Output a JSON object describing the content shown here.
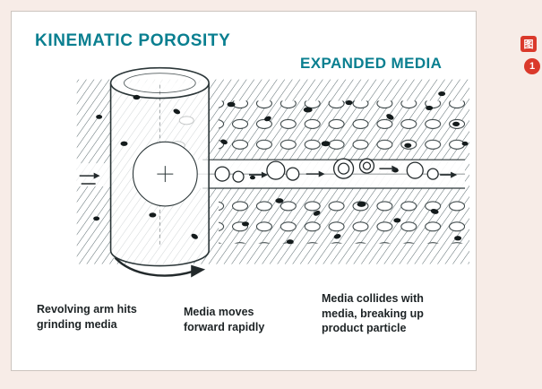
{
  "page": {
    "bg": "#f7ece7",
    "panel_bg": "#ffffff",
    "panel_border": "#ccc4be"
  },
  "colors": {
    "accent_teal": "#0a7f90",
    "ink": "#1d2325",
    "badge_red": "#da392b"
  },
  "figure": {
    "title": "KINEMATIC POROSITY",
    "subtitle": "EXPANDED MEDIA",
    "captions": [
      "Revolving arm hits\ngrinding media",
      "Media moves\nforward rapidly",
      "Media collides with\nmedia, breaking up\nproduct particle"
    ]
  },
  "sidebar": {
    "image_badge_label": "图",
    "notification_count": "1"
  }
}
